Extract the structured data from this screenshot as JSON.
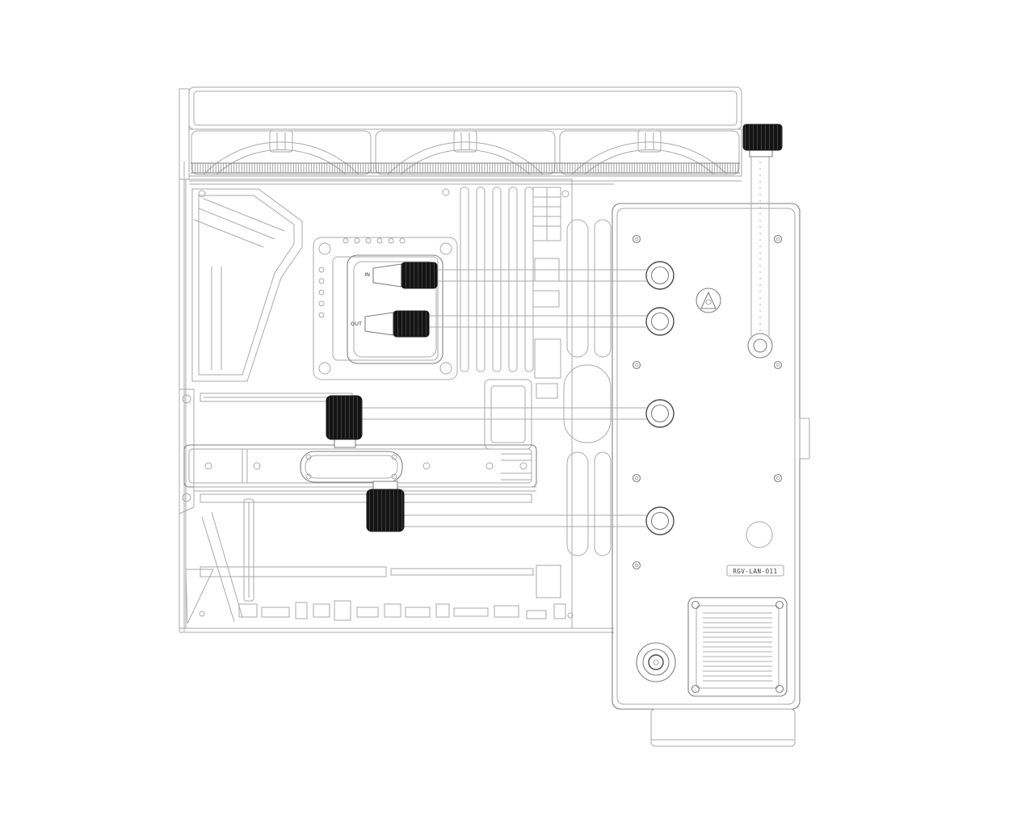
{
  "page": {
    "background_color": "#ffffff"
  },
  "drawing": {
    "kind": "technical line illustration",
    "subject": "Liquid-cooled PC assembly: top 360mm radiator with three fans and fill cap, motherboard with CPU and GPU water blocks, rigid tubing with black knurled fittings, vertical distribution plate with pump",
    "colors": {
      "background": "#ffffff",
      "line_light": "#a9a9a9",
      "line_mid": "#808080",
      "line_dark": "#4a4a4a",
      "fitting_black": "#141414"
    },
    "labels": {
      "distro_plate_model": "RGV-LAN-O11",
      "cpu_port_top": "IN",
      "cpu_port_bottom": "OUT"
    },
    "components": [
      "top radiator",
      "fan-1",
      "fan-2",
      "fan-3",
      "fill port cap",
      "drain tube",
      "distribution plate",
      "plate inlet fittings (4)",
      "rigid tubes (4)",
      "cpu water block",
      "angled fittings (2)",
      "gpu water block",
      "pump",
      "pump heatsink",
      "motherboard",
      "io shroud",
      "ram slots",
      "pcie slots",
      "front panel headers"
    ]
  }
}
